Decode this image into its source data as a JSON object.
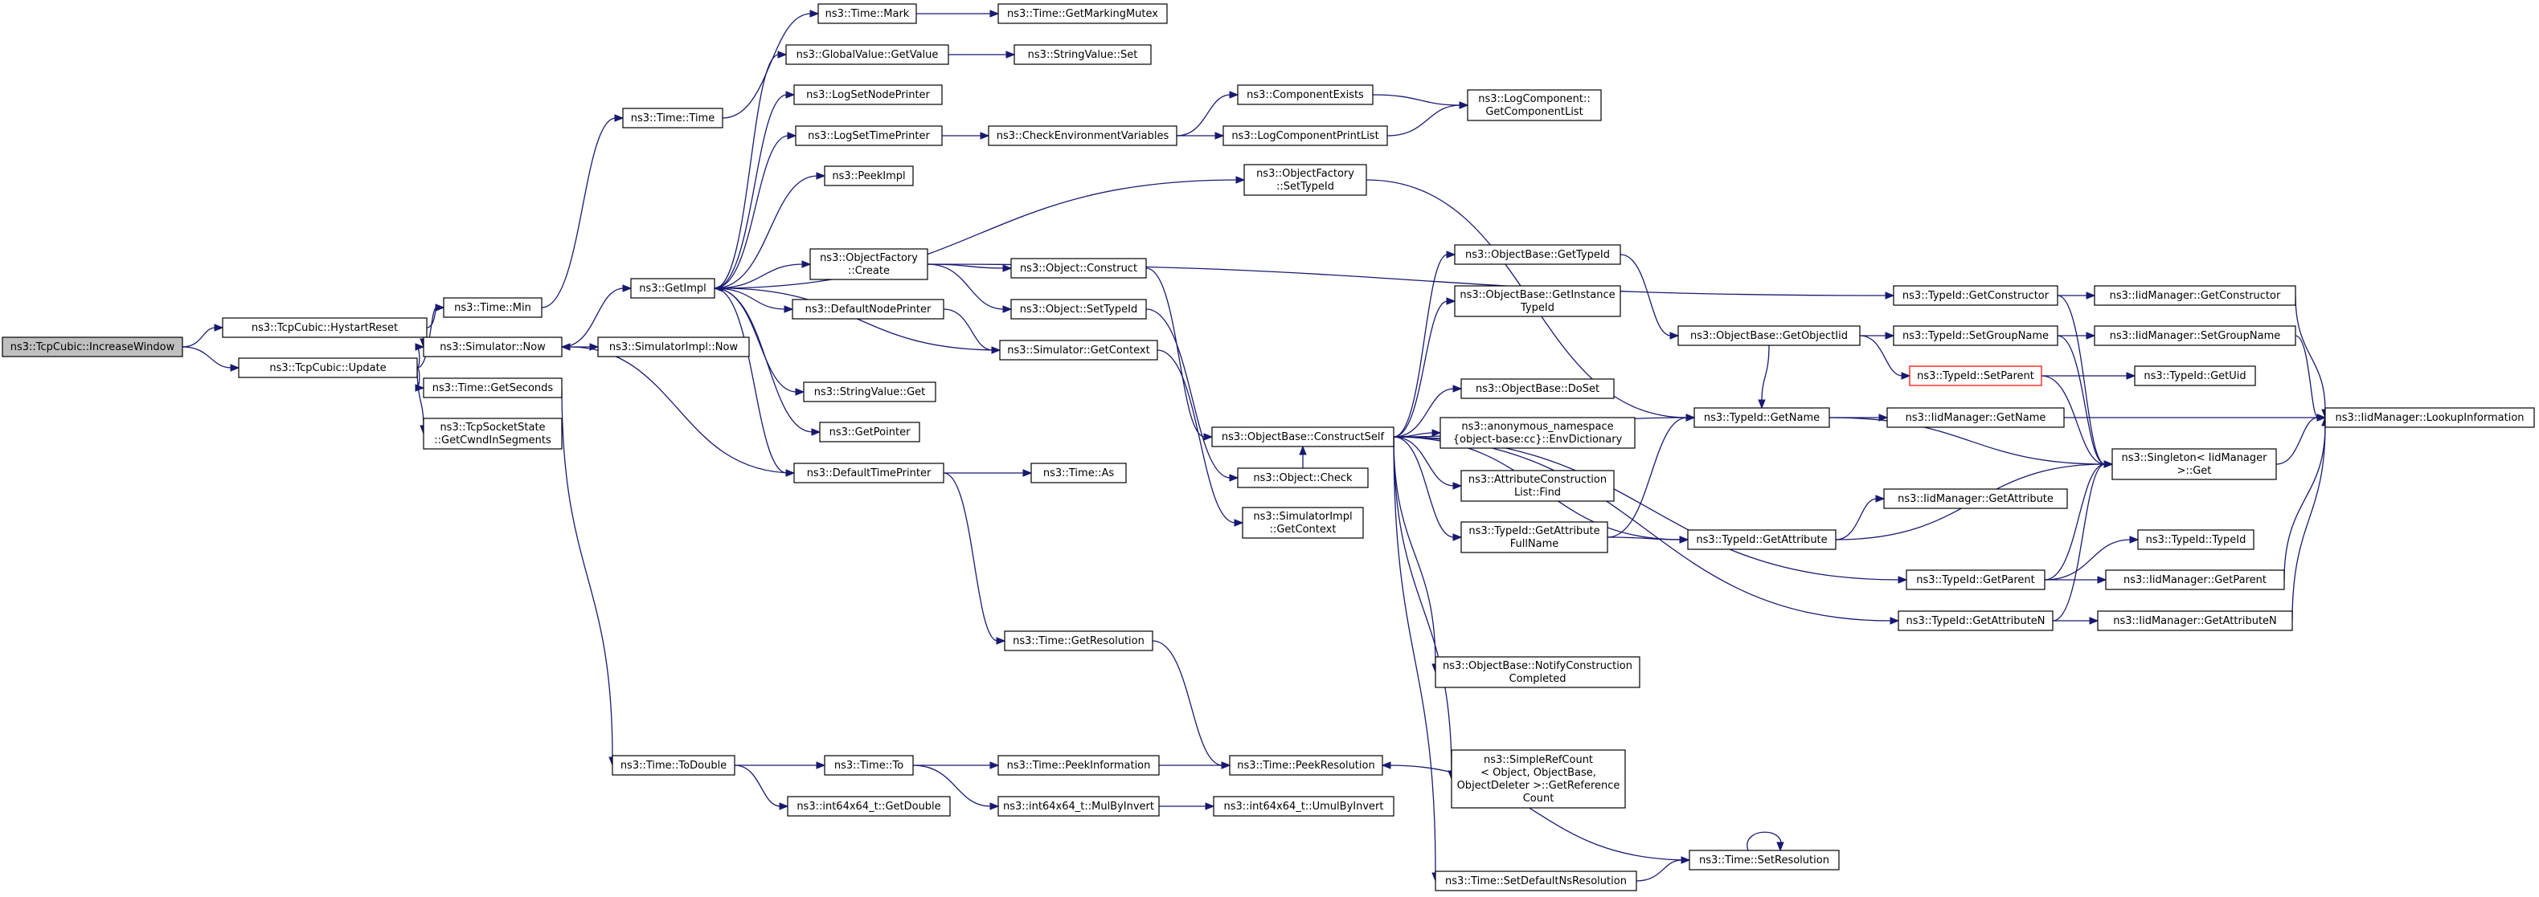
{
  "title": "ns3::TcpCubic::IncreaseWindow",
  "colors": {
    "edge": "#191970",
    "root_fill": "#bfbfbf",
    "highlight_border": "#ff0000"
  },
  "nodes": [
    {
      "id": "increase_window",
      "lines": [
        "ns3::TcpCubic::IncreaseWindow"
      ],
      "style": "root"
    },
    {
      "id": "hystart_reset",
      "lines": [
        "ns3::TcpCubic::HystartReset"
      ]
    },
    {
      "id": "update",
      "lines": [
        "ns3::TcpCubic::Update"
      ]
    },
    {
      "id": "time_min",
      "lines": [
        "ns3::Time::Min"
      ]
    },
    {
      "id": "sim_now",
      "lines": [
        "ns3::Simulator::Now"
      ]
    },
    {
      "id": "time_getseconds",
      "lines": [
        "ns3::Time::GetSeconds"
      ]
    },
    {
      "id": "tcpsocketstate",
      "lines": [
        "ns3::TcpSocketState",
        "::GetCwndInSegments"
      ]
    },
    {
      "id": "time_time",
      "lines": [
        "ns3::Time::Time"
      ]
    },
    {
      "id": "getimpl",
      "lines": [
        "ns3::GetImpl"
      ]
    },
    {
      "id": "simimpl_now",
      "lines": [
        "ns3::SimulatorImpl::Now"
      ]
    },
    {
      "id": "time_todouble",
      "lines": [
        "ns3::Time::ToDouble"
      ]
    },
    {
      "id": "time_mark",
      "lines": [
        "ns3::Time::Mark"
      ]
    },
    {
      "id": "globalvalue_getvalue",
      "lines": [
        "ns3::GlobalValue::GetValue"
      ]
    },
    {
      "id": "logsetnodeprinter",
      "lines": [
        "ns3::LogSetNodePrinter"
      ]
    },
    {
      "id": "logsettimeprinter",
      "lines": [
        "ns3::LogSetTimePrinter"
      ]
    },
    {
      "id": "peekimpl",
      "lines": [
        "ns3::PeekImpl"
      ]
    },
    {
      "id": "objectfactory_create",
      "lines": [
        "ns3::ObjectFactory",
        "::Create"
      ]
    },
    {
      "id": "defaultnodeprinter",
      "lines": [
        "ns3::DefaultNodePrinter"
      ]
    },
    {
      "id": "stringvalue_get",
      "lines": [
        "ns3::StringValue::Get"
      ]
    },
    {
      "id": "getpointer",
      "lines": [
        "ns3::GetPointer"
      ]
    },
    {
      "id": "defaulttimeprinter",
      "lines": [
        "ns3::DefaultTimePrinter"
      ]
    },
    {
      "id": "time_to",
      "lines": [
        "ns3::Time::To"
      ]
    },
    {
      "id": "int64_getdouble",
      "lines": [
        "ns3::int64x64_t::GetDouble"
      ]
    },
    {
      "id": "time_getmarkingmutex",
      "lines": [
        "ns3::Time::GetMarkingMutex"
      ]
    },
    {
      "id": "stringvalue_set",
      "lines": [
        "ns3::StringValue::Set"
      ]
    },
    {
      "id": "checkenv",
      "lines": [
        "ns3::CheckEnvironmentVariables"
      ]
    },
    {
      "id": "object_construct",
      "lines": [
        "ns3::Object::Construct"
      ]
    },
    {
      "id": "object_settypeid",
      "lines": [
        "ns3::Object::SetTypeId"
      ]
    },
    {
      "id": "sim_getcontext",
      "lines": [
        "ns3::Simulator::GetContext"
      ]
    },
    {
      "id": "time_as",
      "lines": [
        "ns3::Time::As"
      ]
    },
    {
      "id": "time_getresolution",
      "lines": [
        "ns3::Time::GetResolution"
      ]
    },
    {
      "id": "time_peekinformation",
      "lines": [
        "ns3::Time::PeekInformation"
      ]
    },
    {
      "id": "int64_mulbyinvert",
      "lines": [
        "ns3::int64x64_t::MulByInvert"
      ]
    },
    {
      "id": "componentexists",
      "lines": [
        "ns3::ComponentExists"
      ]
    },
    {
      "id": "logcomponentprintlist",
      "lines": [
        "ns3::LogComponentPrintList"
      ]
    },
    {
      "id": "objectfactory_settypeid",
      "lines": [
        "ns3::ObjectFactory",
        "::SetTypeId"
      ]
    },
    {
      "id": "objectbase_constructself",
      "lines": [
        "ns3::ObjectBase::ConstructSelf"
      ]
    },
    {
      "id": "object_check",
      "lines": [
        "ns3::Object::Check"
      ]
    },
    {
      "id": "simimpl_getcontext",
      "lines": [
        "ns3::SimulatorImpl",
        "::GetContext"
      ]
    },
    {
      "id": "time_peekresolution",
      "lines": [
        "ns3::Time::PeekResolution"
      ]
    },
    {
      "id": "int64_umulbyinvert",
      "lines": [
        "ns3::int64x64_t::UmulByInvert"
      ]
    },
    {
      "id": "logcomponent_getlist",
      "lines": [
        "ns3::LogComponent::",
        "GetComponentList"
      ]
    },
    {
      "id": "objectbase_gettypeid",
      "lines": [
        "ns3::ObjectBase::GetTypeId"
      ]
    },
    {
      "id": "objectbase_getinstancetypeid",
      "lines": [
        "ns3::ObjectBase::GetInstance",
        "TypeId"
      ]
    },
    {
      "id": "objectbase_doset",
      "lines": [
        "ns3::ObjectBase::DoSet"
      ]
    },
    {
      "id": "anon_envdictionary",
      "lines": [
        "ns3::anonymous_namespace",
        "{object-base:cc}::EnvDictionary"
      ]
    },
    {
      "id": "attrconstructionlist_find",
      "lines": [
        "ns3::AttributeConstruction",
        "List::Find"
      ]
    },
    {
      "id": "typeid_getattributefullname",
      "lines": [
        "ns3::TypeId::GetAttribute",
        "FullName"
      ]
    },
    {
      "id": "objectbase_notifyconstruction",
      "lines": [
        "ns3::ObjectBase::NotifyConstruction",
        "Completed"
      ]
    },
    {
      "id": "simplerefcount",
      "lines": [
        "ns3::SimpleRefCount",
        "< Object, ObjectBase,",
        "ObjectDeleter >::GetReference",
        "Count"
      ]
    },
    {
      "id": "time_setdefaultnsresolution",
      "lines": [
        "ns3::Time::SetDefaultNsResolution"
      ]
    },
    {
      "id": "objectbase_getobjectiid",
      "lines": [
        "ns3::ObjectBase::GetObjectIid"
      ]
    },
    {
      "id": "typeid_getname",
      "lines": [
        "ns3::TypeId::GetName"
      ]
    },
    {
      "id": "typeid_getattribute",
      "lines": [
        "ns3::TypeId::GetAttribute"
      ]
    },
    {
      "id": "time_setresolution",
      "lines": [
        "ns3::Time::SetResolution"
      ]
    },
    {
      "id": "typeid_getconstructor",
      "lines": [
        "ns3::TypeId::GetConstructor"
      ]
    },
    {
      "id": "typeid_setgroupname",
      "lines": [
        "ns3::TypeId::SetGroupName"
      ]
    },
    {
      "id": "typeid_setparent",
      "lines": [
        "ns3::TypeId::SetParent"
      ],
      "style": "red"
    },
    {
      "id": "iidmanager_getname",
      "lines": [
        "ns3::IidManager::GetName"
      ]
    },
    {
      "id": "iidmanager_getattribute",
      "lines": [
        "ns3::IidManager::GetAttribute"
      ]
    },
    {
      "id": "typeid_getparent",
      "lines": [
        "ns3::TypeId::GetParent"
      ]
    },
    {
      "id": "typeid_getattributen",
      "lines": [
        "ns3::TypeId::GetAttributeN"
      ]
    },
    {
      "id": "iidmanager_getconstructor",
      "lines": [
        "ns3::IidManager::GetConstructor"
      ]
    },
    {
      "id": "iidmanager_setgroupname",
      "lines": [
        "ns3::IidManager::SetGroupName"
      ]
    },
    {
      "id": "typeid_getuid",
      "lines": [
        "ns3::TypeId::GetUid"
      ]
    },
    {
      "id": "singleton_get",
      "lines": [
        "ns3::Singleton< IidManager",
        " >::Get"
      ]
    },
    {
      "id": "typeid_typeid",
      "lines": [
        "ns3::TypeId::TypeId"
      ]
    },
    {
      "id": "iidmanager_getparent",
      "lines": [
        "ns3::IidManager::GetParent"
      ]
    },
    {
      "id": "iidmanager_getattributen",
      "lines": [
        "ns3::IidManager::GetAttributeN"
      ]
    },
    {
      "id": "iidmanager_lookupinformation",
      "lines": [
        "ns3::IidManager::LookupInformation"
      ]
    }
  ],
  "edges": [
    [
      "increase_window",
      "hystart_reset"
    ],
    [
      "increase_window",
      "update"
    ],
    [
      "hystart_reset",
      "time_min"
    ],
    [
      "hystart_reset",
      "sim_now"
    ],
    [
      "update",
      "time_min"
    ],
    [
      "update",
      "sim_now"
    ],
    [
      "update",
      "time_getseconds"
    ],
    [
      "update",
      "tcpsocketstate"
    ],
    [
      "time_min",
      "time_time"
    ],
    [
      "sim_now",
      "getimpl"
    ],
    [
      "sim_now",
      "simimpl_now"
    ],
    [
      "time_getseconds",
      "time_todouble"
    ],
    [
      "time_time",
      "time_mark"
    ],
    [
      "time_mark",
      "time_getmarkingmutex"
    ],
    [
      "getimpl",
      "globalvalue_getvalue"
    ],
    [
      "getimpl",
      "logsetnodeprinter"
    ],
    [
      "getimpl",
      "logsettimeprinter"
    ],
    [
      "getimpl",
      "peekimpl"
    ],
    [
      "getimpl",
      "objectfactory_settypeid"
    ],
    [
      "getimpl",
      "objectfactory_create"
    ],
    [
      "getimpl",
      "defaultnodeprinter"
    ],
    [
      "getimpl",
      "stringvalue_get"
    ],
    [
      "getimpl",
      "getpointer"
    ],
    [
      "getimpl",
      "defaulttimeprinter"
    ],
    [
      "globalvalue_getvalue",
      "stringvalue_set"
    ],
    [
      "logsettimeprinter",
      "checkenv"
    ],
    [
      "checkenv",
      "componentexists"
    ],
    [
      "checkenv",
      "logcomponentprintlist"
    ],
    [
      "componentexists",
      "logcomponent_getlist"
    ],
    [
      "logcomponentprintlist",
      "logcomponent_getlist"
    ],
    [
      "objectfactory_create",
      "object_construct"
    ],
    [
      "objectfactory_create",
      "object_settypeid"
    ],
    [
      "objectfactory_create",
      "typeid_getconstructor"
    ],
    [
      "defaultnodeprinter",
      "sim_getcontext"
    ],
    [
      "sim_getcontext",
      "getimpl"
    ],
    [
      "sim_getcontext",
      "simimpl_getcontext"
    ],
    [
      "defaulttimeprinter",
      "sim_now"
    ],
    [
      "defaulttimeprinter",
      "time_as"
    ],
    [
      "defaulttimeprinter",
      "time_getresolution"
    ],
    [
      "time_getresolution",
      "time_peekresolution"
    ],
    [
      "time_todouble",
      "time_to"
    ],
    [
      "time_todouble",
      "int64_getdouble"
    ],
    [
      "time_to",
      "time_peekinformation"
    ],
    [
      "time_to",
      "int64_mulbyinvert"
    ],
    [
      "time_peekinformation",
      "time_peekresolution"
    ],
    [
      "int64_mulbyinvert",
      "int64_umulbyinvert"
    ],
    [
      "object_construct",
      "objectbase_constructself"
    ],
    [
      "object_settypeid",
      "object_check"
    ],
    [
      "objectfactory_settypeid",
      "typeid_getname"
    ],
    [
      "objectbase_constructself",
      "objectbase_gettypeid"
    ],
    [
      "objectbase_constructself",
      "typeid_getname"
    ],
    [
      "objectbase_constructself",
      "objectbase_getinstancetypeid"
    ],
    [
      "objectbase_constructself",
      "objectbase_doset"
    ],
    [
      "objectbase_constructself",
      "anon_envdictionary"
    ],
    [
      "objectbase_constructself",
      "attrconstructionlist_find"
    ],
    [
      "objectbase_constructself",
      "typeid_getattributefullname"
    ],
    [
      "objectbase_constructself",
      "typeid_getattribute"
    ],
    [
      "objectbase_constructself",
      "typeid_getparent"
    ],
    [
      "objectbase_constructself",
      "typeid_getattributen"
    ],
    [
      "objectbase_constructself",
      "objectbase_notifyconstruction"
    ],
    [
      "objectbase_constructself",
      "simplerefcount"
    ],
    [
      "object_check",
      "objectbase_constructself"
    ],
    [
      "objectbase_gettypeid",
      "objectbase_getobjectiid"
    ],
    [
      "objectbase_getobjectiid",
      "typeid_setgroupname"
    ],
    [
      "objectbase_getobjectiid",
      "typeid_setparent"
    ],
    [
      "objectbase_getobjectiid",
      "typeid_getname"
    ],
    [
      "typeid_getattributefullname",
      "typeid_getname"
    ],
    [
      "typeid_getattributefullname",
      "typeid_getattribute"
    ],
    [
      "typeid_getname",
      "iidmanager_getname"
    ],
    [
      "typeid_getname",
      "singleton_get"
    ],
    [
      "typeid_getattribute",
      "iidmanager_getattribute"
    ],
    [
      "typeid_getattribute",
      "singleton_get"
    ],
    [
      "typeid_getconstructor",
      "iidmanager_getconstructor"
    ],
    [
      "typeid_getconstructor",
      "singleton_get"
    ],
    [
      "typeid_setgroupname",
      "iidmanager_setgroupname"
    ],
    [
      "typeid_setgroupname",
      "singleton_get"
    ],
    [
      "typeid_setparent",
      "typeid_getuid"
    ],
    [
      "typeid_setparent",
      "singleton_get"
    ],
    [
      "typeid_getparent",
      "typeid_typeid"
    ],
    [
      "typeid_getparent",
      "iidmanager_getparent"
    ],
    [
      "typeid_getparent",
      "singleton_get"
    ],
    [
      "typeid_getattributen",
      "iidmanager_getattributen"
    ],
    [
      "typeid_getattributen",
      "singleton_get"
    ],
    [
      "iidmanager_getname",
      "iidmanager_lookupinformation"
    ],
    [
      "iidmanager_getconstructor",
      "iidmanager_lookupinformation"
    ],
    [
      "iidmanager_setgroupname",
      "iidmanager_lookupinformation"
    ],
    [
      "iidmanager_getparent",
      "iidmanager_lookupinformation"
    ],
    [
      "iidmanager_getattributen",
      "iidmanager_lookupinformation"
    ],
    [
      "singleton_get",
      "iidmanager_lookupinformation"
    ],
    [
      "time_setdefaultnsresolution",
      "time_setresolution"
    ],
    [
      "time_setresolution",
      "time_peekresolution"
    ],
    [
      "time_setresolution",
      "time_setresolution"
    ],
    [
      "objectbase_constructself",
      "time_setdefaultnsresolution"
    ]
  ]
}
